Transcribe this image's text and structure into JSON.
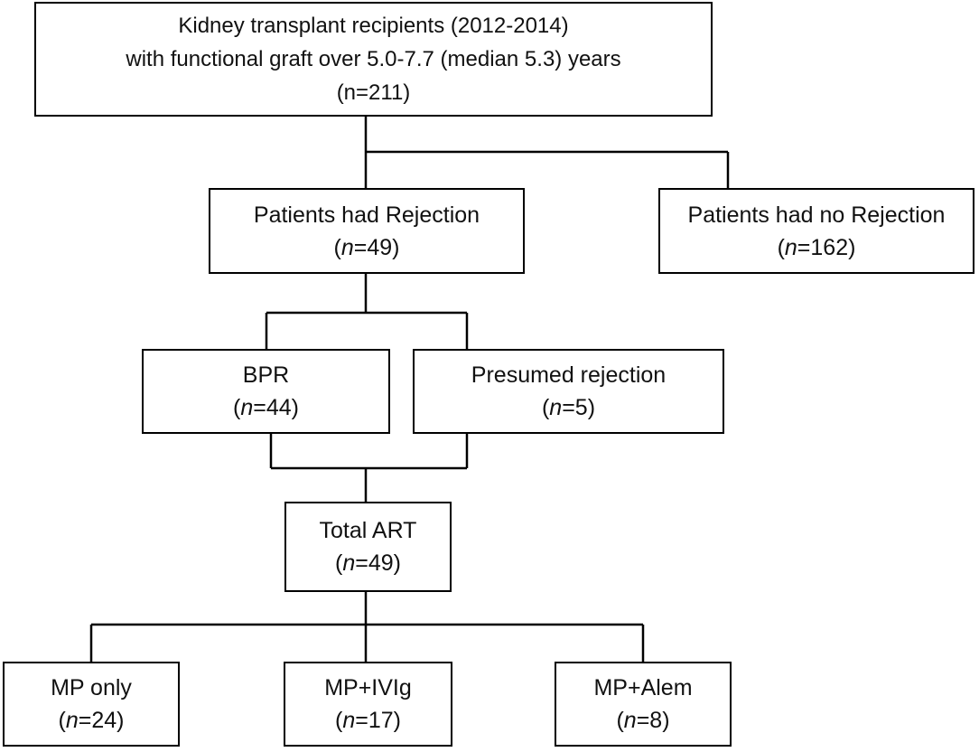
{
  "flowchart": {
    "root": {
      "line1": "Kidney transplant recipients (2012-2014)",
      "line2": "with functional graft over 5.0-7.7 (median 5.3) years",
      "count": "(n=211)"
    },
    "rejection": {
      "label": "Patients had Rejection",
      "n_prefix": "(",
      "n_letter": "n",
      "n_value": "=49)"
    },
    "no_rejection": {
      "label": "Patients had no Rejection",
      "n_prefix": "(",
      "n_letter": "n",
      "n_value": "=162)"
    },
    "bpr": {
      "label": "BPR",
      "n_prefix": "(",
      "n_letter": "n",
      "n_value": "=44)"
    },
    "presumed": {
      "label": "Presumed rejection",
      "n_prefix": "(",
      "n_letter": "n",
      "n_value": "=5)"
    },
    "total_art": {
      "label": "Total ART",
      "n_prefix": "(",
      "n_letter": "n",
      "n_value": "=49)"
    },
    "mp_only": {
      "label": "MP only",
      "n_prefix": "(",
      "n_letter": "n",
      "n_value": "=24)"
    },
    "mp_ivig": {
      "label": "MP+IVIg",
      "n_prefix": "(",
      "n_letter": "n",
      "n_value": "=17)"
    },
    "mp_alem": {
      "label": "MP+Alem",
      "n_prefix": "(",
      "n_letter": "n",
      "n_value": "=8)"
    }
  },
  "colors": {
    "line": "#000000",
    "background": "#ffffff",
    "text": "#111111"
  }
}
